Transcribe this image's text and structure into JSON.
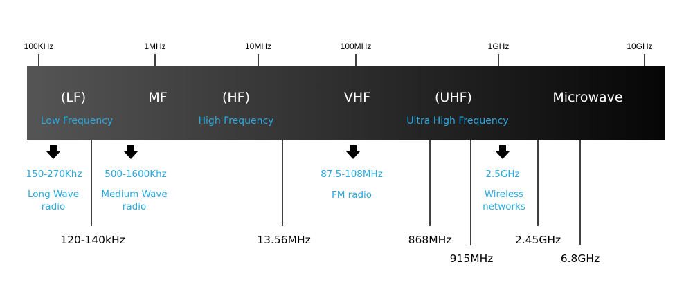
{
  "scale": {
    "ticks": [
      {
        "label": "100KHz"
      },
      {
        "label": "1MHz"
      },
      {
        "label": "10MHz"
      },
      {
        "label": "100MHz"
      },
      {
        "label": "1GHz"
      },
      {
        "label": "10GHz"
      }
    ]
  },
  "bands": [
    {
      "name": "(LF)",
      "subtitle": "Low Frequency"
    },
    {
      "name": "MF",
      "subtitle": ""
    },
    {
      "name": "(HF)",
      "subtitle": "High Frequency"
    },
    {
      "name": "VHF",
      "subtitle": ""
    },
    {
      "name": "(UHF)",
      "subtitle": "Ultra High Frequency"
    },
    {
      "name": "Microwave",
      "subtitle": ""
    }
  ],
  "applications": [
    {
      "range": "150-270Khz",
      "use_line1": "Long Wave",
      "use_line2": "radio"
    },
    {
      "range": "500-1600Khz",
      "use_line1": "Medium Wave",
      "use_line2": "radio"
    },
    {
      "range": "87.5-108MHz",
      "use_line1": "FM radio",
      "use_line2": ""
    },
    {
      "range": "2.5GHz",
      "use_line1": "Wireless",
      "use_line2": "networks"
    }
  ],
  "markers": [
    {
      "label": "120-140kHz"
    },
    {
      "label": "13.56MHz"
    },
    {
      "label": "868MHz"
    },
    {
      "label": "915MHz"
    },
    {
      "label": "2.45GHz"
    },
    {
      "label": "6.8GHz"
    }
  ],
  "colors": {
    "bar_start": "#555555",
    "bar_end": "#060606",
    "accent": "#27aae1",
    "text": "#000000"
  }
}
